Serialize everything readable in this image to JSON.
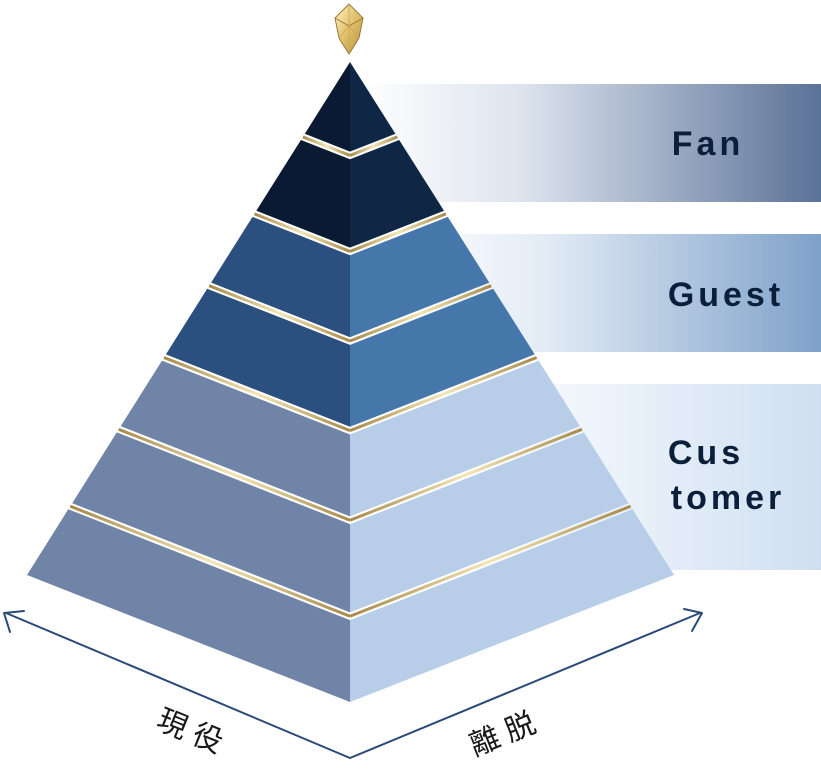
{
  "bands": [
    {
      "id": "fan",
      "lines": [
        "Fan"
      ]
    },
    {
      "id": "guest",
      "lines": [
        "Guest"
      ]
    },
    {
      "id": "customer",
      "lines": [
        "Cus",
        "tomer"
      ]
    }
  ],
  "axes": {
    "left": "現役",
    "right": "離脱"
  },
  "colors": {
    "top_left": "#0a1a33",
    "top_right": "#0f2745",
    "mid_left": "#2b4f7e",
    "mid_right": "#4577ab",
    "low_left": "#6f84a6",
    "low_right": "#b7cde8",
    "gold": "#d8c48a",
    "arrow": "#2a4a78"
  },
  "icons": {
    "apex": "diamond-gem-icon"
  }
}
